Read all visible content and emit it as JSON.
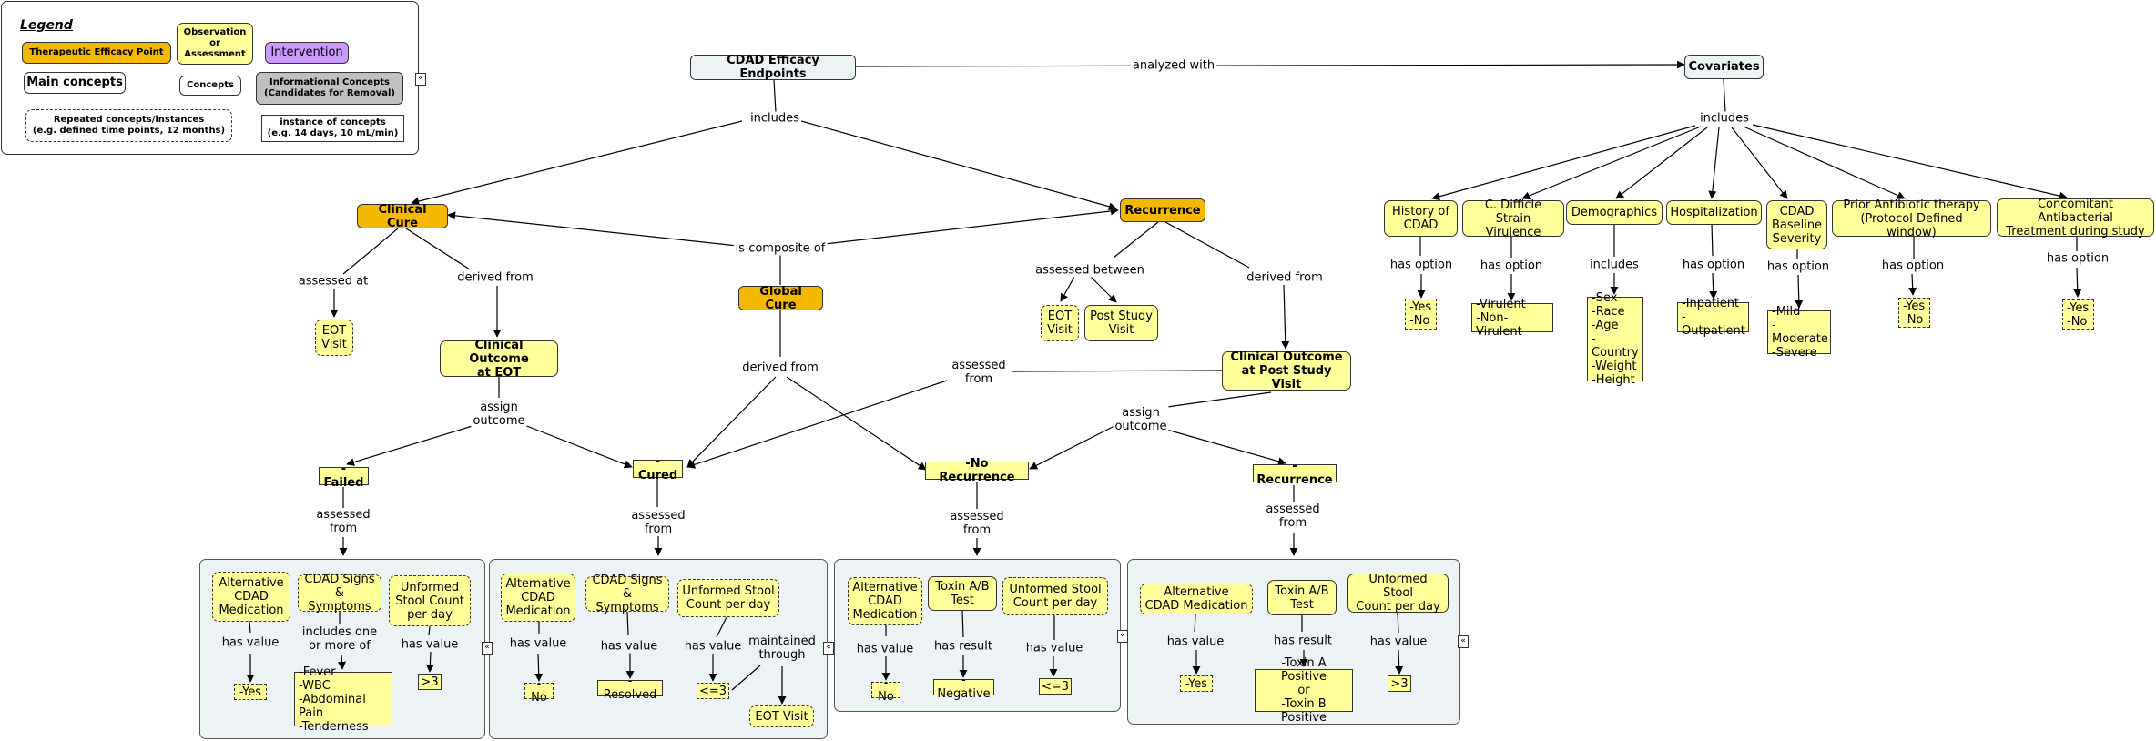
{
  "legend": {
    "title": "Legend",
    "therapeutic": "Therapeutic Efficacy Point",
    "observation": "Observation\nor\nAssessment",
    "intervention": "Intervention",
    "main_concepts": "Main concepts",
    "concepts": "Concepts",
    "informational": "Informational Concepts\n(Candidates for Removal)",
    "repeated": "Repeated concepts/instances\n(e.g. defined time points, 12 months)",
    "instance": "instance of concepts\n(e.g. 14 days, 10 mL/min)"
  },
  "colors": {
    "therapeutic": "#f5b800",
    "observation": "#ffff99",
    "intervention": "#cc99ff",
    "informational": "#c0c0c0",
    "panel": "#edf3f5"
  },
  "expand_icon": "«",
  "nodes": {
    "cdad": "CDAD Efficacy Endpoints",
    "covariates": "Covariates",
    "clinical_cure": "Clinical Cure",
    "recurrence": "Recurrence",
    "global_cure": "Global Cure",
    "eot_visit_1": "EOT\nVisit",
    "eot_visit_2": "EOT\nVisit",
    "post_study_visit": "Post Study\nVisit",
    "co_eot": "Clinical Outcome\nat EOT",
    "co_psv": "Clinical Outcome\nat Post Study Visit",
    "failed": "-Failed",
    "cured": "-Cured",
    "no_recurrence": "-No Recurrence",
    "recurrence_inst": "-Recurrence",
    "history": "History of\nCDAD",
    "cdiff": "C. Difficle\nStrain Virulence",
    "demographics": "Demographics",
    "hospitalization": "Hospitalization",
    "cdad_severity": "CDAD\nBaseline\nSeverity",
    "prior_abx": "Prior Antibiotic therapy\n(Protocol Defined window)",
    "concomitant": "Concomitant Antibacterial\nTreatment during study",
    "hist_opts": "-Yes\n-No",
    "cdiff_opts": "-Virulent\n-Non-Virulent",
    "demo_opts": "-Sex\n-Race\n-Age\n-Country\n-Weight\n-Height",
    "hosp_opts": "-Inpatient\n-Outpatient",
    "sev_opts": "-Mild\n-Moderate\n-Severe",
    "prior_opts": "-Yes\n-No",
    "conc_opts": "-Yes\n-No",
    "p1_alt": "Alternative\nCDAD\nMedication",
    "p1_signs": "CDAD Signs\n& Symptoms",
    "p1_stool": "Unformed\nStool Count\nper day",
    "p1_yes": "-Yes",
    "p1_fever": "-Fever\n-WBC\n-Abdominal Pain\n-Tenderness",
    "p1_gt3": ">3",
    "p2_alt": "Alternative\nCDAD\nMedication",
    "p2_signs": "CDAD Signs\n& Symptoms",
    "p2_stool": "Unformed Stool\nCount per day",
    "p2_no": "-No",
    "p2_resolved": "-Resolved",
    "p2_le3": "<=3",
    "p2_eot": "EOT Visit",
    "p3_alt": "Alternative\nCDAD\nMedication",
    "p3_toxin": "Toxin A/B\nTest",
    "p3_stool": "Unformed Stool\nCount per day",
    "p3_no": "-No",
    "p3_negative": "-Negative",
    "p3_le3": "<=3",
    "p4_alt": "Alternative\nCDAD Medication",
    "p4_toxin": "Toxin A/B\nTest",
    "p4_stool": "Unformed Stool\nCount per day",
    "p4_yes": "-Yes",
    "p4_positive": "-Toxin A Positive\nor\n-Toxin B Positive",
    "p4_gt3": ">3"
  },
  "labels": {
    "analyzed_with": "analyzed with",
    "includes_1": "includes",
    "includes_2": "includes",
    "is_composite_of": "is composite of",
    "assessed_at": "assessed at",
    "derived_from_1": "derived from",
    "assessed_between": "assessed between",
    "derived_from_2": "derived from",
    "derived_from_3": "derived from",
    "assessed_from_1": "assessed\nfrom",
    "assign_outcome_1": "assign\noutcome",
    "assign_outcome_2": "assign\noutcome",
    "assessed_from_2": "assessed\nfrom",
    "assessed_from_3": "assessed\nfrom",
    "assessed_from_4": "assessed\nfrom",
    "assessed_from_5": "assessed\nfrom",
    "has_option_1": "has option",
    "has_option_2": "has option",
    "includes_3": "includes",
    "has_option_3": "has option",
    "has_option_4": "has option",
    "has_option_5": "has option",
    "has_option_6": "has option",
    "p1_has_value_1": "has value",
    "p1_includes": "includes one\nor more of",
    "p1_has_value_2": "has value",
    "p2_has_value_1": "has value",
    "p2_has_value_2": "has value",
    "p2_has_value_3": "has value",
    "p2_maintained": "maintained\nthrough",
    "p3_has_value_1": "has value",
    "p3_has_result": "has result",
    "p3_has_value_2": "has value",
    "p4_has_value_1": "has value",
    "p4_has_result": "has result",
    "p4_has_value_2": "has value"
  }
}
